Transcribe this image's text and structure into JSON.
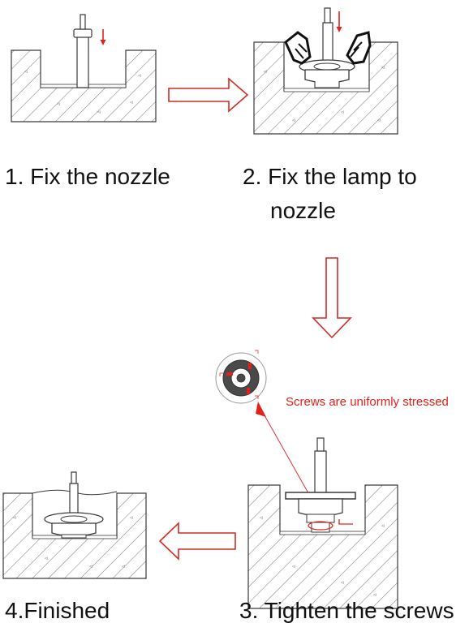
{
  "steps": [
    {
      "caption": "1. Fix the nozzle"
    },
    {
      "caption_line1": "2. Fix the lamp to",
      "caption_line2": "nozzle"
    },
    {
      "caption": "3. Tighten the screws"
    },
    {
      "caption": "4.Finished"
    }
  ],
  "annotation": "Screws are uniformly stressed",
  "colors": {
    "accent": "#e32119",
    "line": "#3a3a3a",
    "ink": "#111111"
  }
}
